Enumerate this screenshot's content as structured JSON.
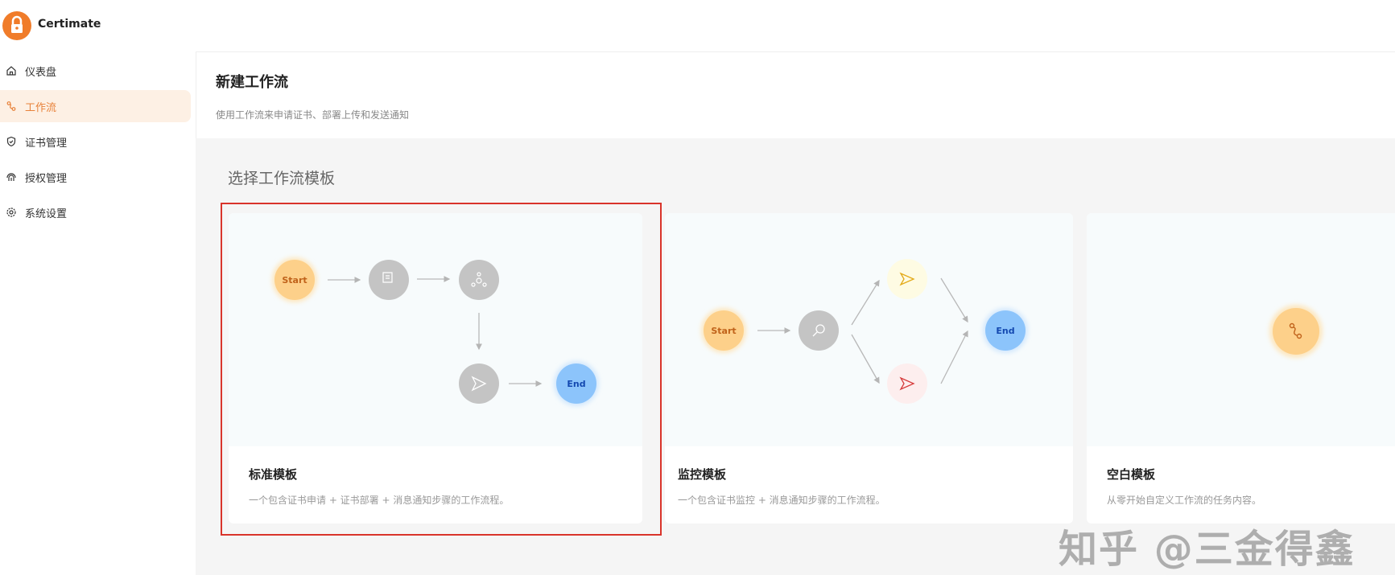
{
  "app": {
    "name": "Certimate",
    "brand_color": "#f07c2a"
  },
  "sidebar": {
    "items": [
      {
        "label": "仪表盘",
        "icon": "home-icon"
      },
      {
        "label": "工作流",
        "icon": "workflow-icon",
        "active": true
      },
      {
        "label": "证书管理",
        "icon": "shield-check-icon"
      },
      {
        "label": "授权管理",
        "icon": "fingerprint-icon"
      },
      {
        "label": "系统设置",
        "icon": "gear-icon"
      }
    ]
  },
  "header": {
    "title": "新建工作流",
    "subtitle": "使用工作流来申请证书、部署上传和发送通知"
  },
  "section_title": "选择工作流模板",
  "templates": [
    {
      "title": "标准模板",
      "description": "一个包含证书申请 + 证书部署 + 消息通知步骤的工作流程。",
      "selected": true
    },
    {
      "title": "监控模板",
      "description": "一个包含证书监控 + 消息通知步骤的工作流程。"
    },
    {
      "title": "空白模板",
      "description": "从零开始自定义工作流的任务内容。"
    }
  ],
  "nodes": {
    "start": "Start",
    "end": "End"
  },
  "watermark": "知乎 @三金得鑫",
  "colors": {
    "accent": "#e8823a",
    "selection": "#d9342b",
    "start": "#fdd08a",
    "end": "#8cc4fb",
    "step": "#c4c4c4"
  }
}
